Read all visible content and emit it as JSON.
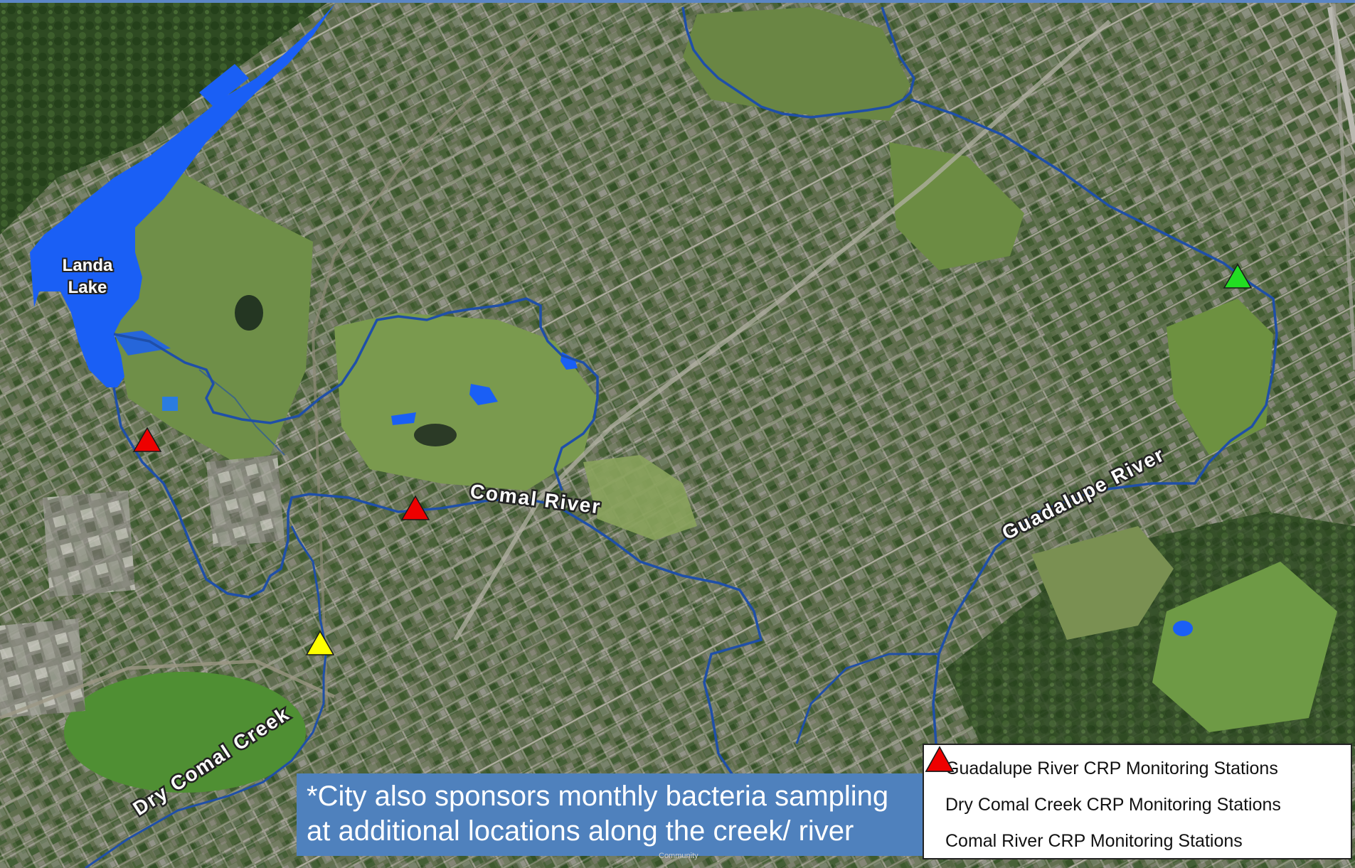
{
  "map": {
    "labels": {
      "landa_lake": [
        "Landa",
        "Lake"
      ],
      "comal_river": "Comal River",
      "guadalupe_river": "Guadalupe River",
      "dry_comal_creek": "Dry Comal Creek"
    },
    "note": {
      "line1": "*City also sponsors monthly bacteria sampling",
      "line2": "at additional locations along the creek/ river"
    },
    "legend": {
      "items": [
        {
          "label": "Guadalupe River CRP Monitoring Stations",
          "color": "#22dd22",
          "icon": "green-triangle-icon"
        },
        {
          "label": "Dry Comal Creek CRP Monitoring Stations",
          "color": "#ffff00",
          "icon": "yellow-triangle-icon"
        },
        {
          "label": "Comal River CRP Monitoring Stations",
          "color": "#ee0000",
          "icon": "red-triangle-icon"
        }
      ]
    },
    "credit": "Community",
    "colors": {
      "river_line": "#1f4fa8",
      "water_fill": "#1a5ff5",
      "terrain": "#4f6a3c"
    }
  }
}
